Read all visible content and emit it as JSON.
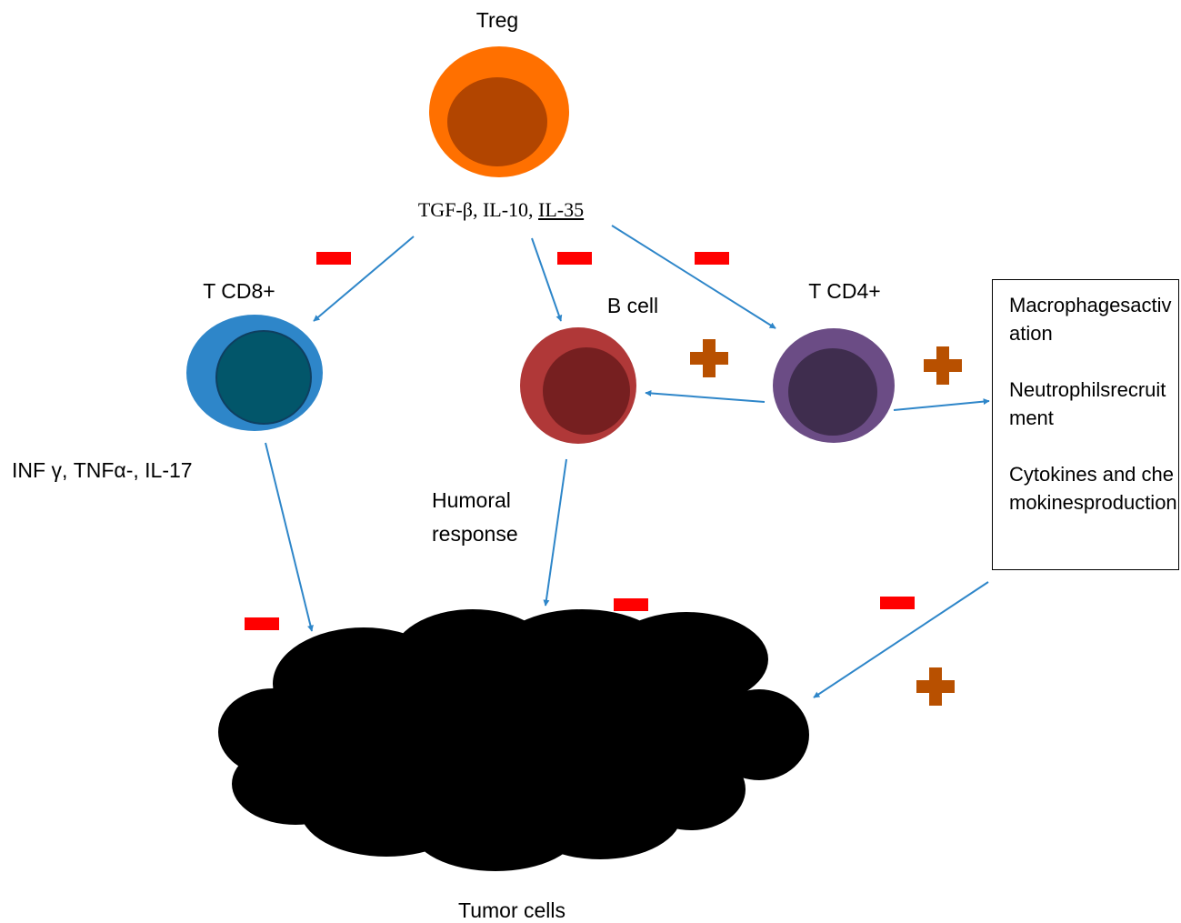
{
  "labels": {
    "treg": "Treg",
    "cytokines_prefix": "TGF-β, IL-10, ",
    "cytokines_underlined": "IL-35",
    "tcd8": "T CD8+",
    "bcell": "B cell",
    "tcd4": "T CD4+",
    "cd8_products": "INF γ, TNFα-, IL-17",
    "humoral_line1": "Humoral",
    "humoral_line2": "response",
    "tumor": "Tumor cells"
  },
  "box": {
    "items": [
      "Macrophagesactivation",
      "Neutrophilsrecruitment",
      "Cytokines and chemokinesproduction"
    ]
  },
  "colors": {
    "treg_outer": "#FF7000",
    "treg_inner": "#B24500",
    "cd8_outer": "#2E86C9",
    "cd8_inner": "#02566A",
    "bcell_outer": "#B03838",
    "bcell_inner": "#761F20",
    "cd4_outer": "#6B4C85",
    "cd4_inner": "#3F2D4E",
    "arrow": "#2E86C9",
    "minus": "#FF0000",
    "plus": "#B85000",
    "tumor": "#000000"
  }
}
